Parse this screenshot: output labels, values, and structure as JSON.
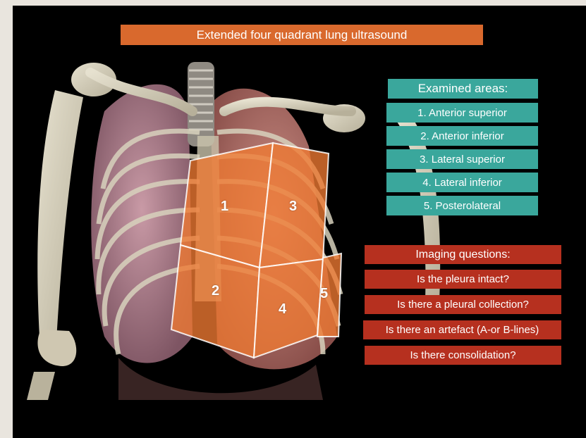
{
  "title": "Extended four quadrant lung ultrasound",
  "examined_areas": {
    "header": "Examined areas:",
    "items": [
      "1. Anterior superior",
      "2. Anterior inferior",
      "3. Lateral superior",
      "4. Lateral inferior",
      "5. Posterolateral"
    ]
  },
  "imaging_questions": {
    "header": "Imaging questions:",
    "items": [
      "Is the pleura intact?",
      "Is there a pleural collection?",
      "Is there an artefact (A-or B-lines)",
      "Is there consolidation?"
    ]
  },
  "zones": {
    "z1": "1",
    "z2": "2",
    "z3": "3",
    "z4": "4",
    "z5": "5"
  },
  "colors": {
    "title_bar": "#d9692d",
    "examined_boxes": "#3aa79c",
    "question_boxes": "#b6301f",
    "zone_fill": "#f07a32",
    "background": "#000000"
  }
}
